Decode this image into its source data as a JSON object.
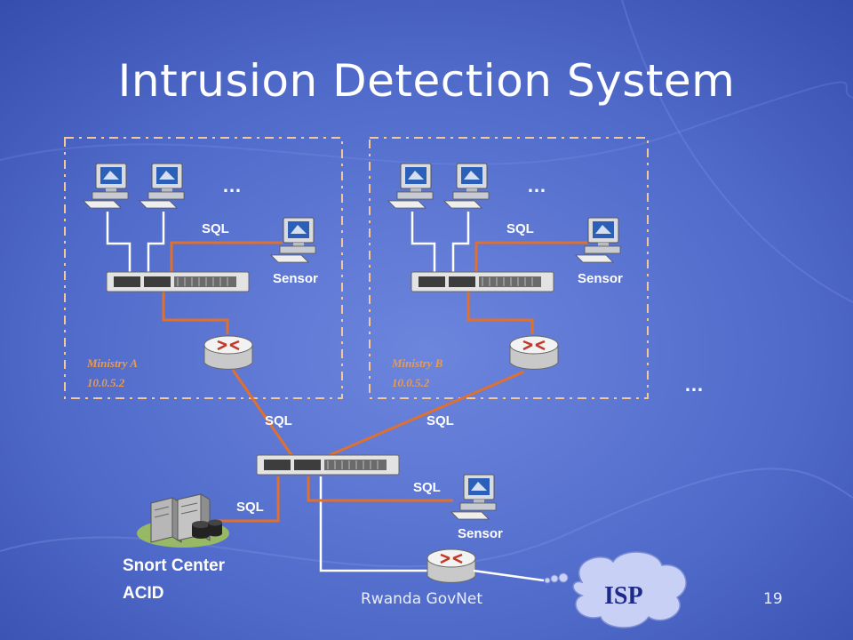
{
  "slide": {
    "title": "Intrusion Detection System",
    "footer": "Rwanda GovNet",
    "page_number": "19"
  },
  "zones": [
    {
      "name": "Ministry A",
      "ip": "10.0.5.2"
    },
    {
      "name": "Ministry B",
      "ip": "10.0.5.2"
    }
  ],
  "labels": {
    "sql": "SQL",
    "sensor": "Sensor",
    "ellipsis": "…",
    "center_line1": "Snort Center",
    "center_line2": "ACID",
    "isp": "ISP"
  },
  "colors": {
    "background": "#4c65c7",
    "link_orange": "#e0702e",
    "link_white": "#ffffff",
    "zone_border": "#f2c79a",
    "zone_text": "#e79a52"
  }
}
